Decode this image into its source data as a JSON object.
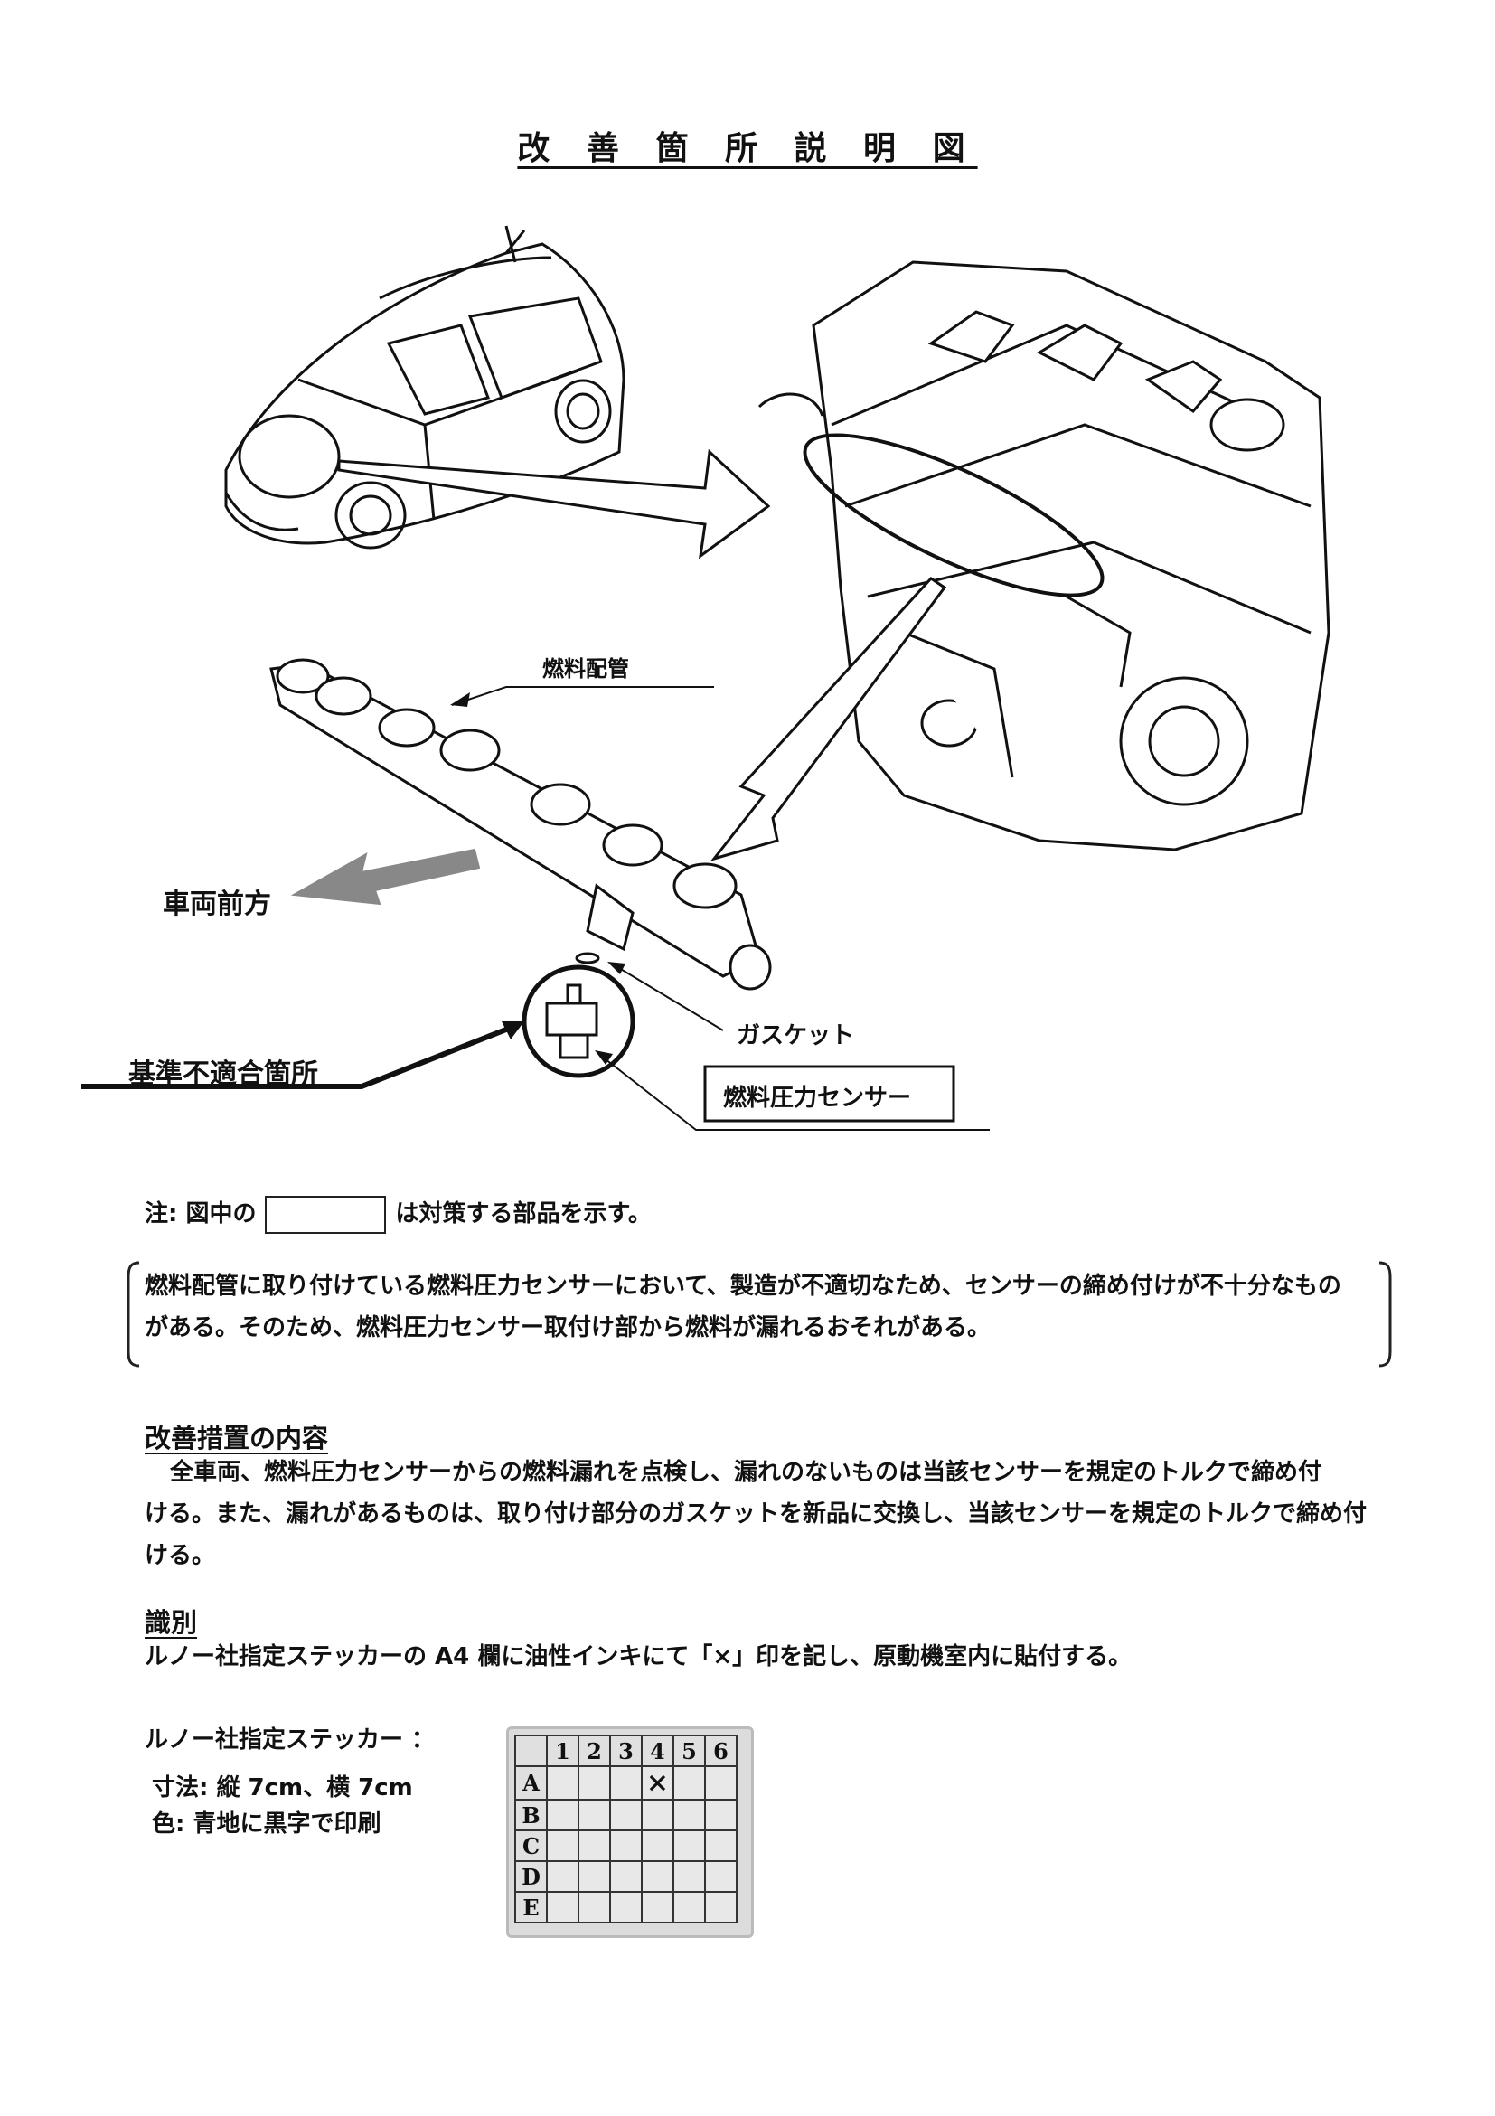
{
  "title": "改 善 箇 所 説 明 図",
  "diagram": {
    "labels": {
      "fuel_pipe": "燃料配管",
      "vehicle_front": "車両前方",
      "gasket": "ガスケット",
      "nonconforming_part": "基準不適合箇所",
      "fuel_pressure_sensor": "燃料圧力センサー"
    }
  },
  "note": {
    "prefix": "注:  図中の",
    "suffix": "は対策する部品を示す。"
  },
  "defect_description": {
    "line1": "燃料配管に取り付けている燃料圧力センサーにおいて、製造が不適切なため、センサーの締め付けが不十分なもの",
    "line2": "がある。そのため、燃料圧力センサー取付け部から燃料が漏れるおそれがある。"
  },
  "remedy": {
    "heading": "改善措置の内容",
    "line1": "全車両、燃料圧力センサーからの燃料漏れを点検し、漏れのないものは当該センサーを規定のトルクで締め付",
    "line2": "ける。また、漏れがあるものは、取り付け部分のガスケットを新品に交換し、当該センサーを規定のトルクで締め付",
    "line3": "ける。"
  },
  "identification": {
    "heading": "識別",
    "text": "ルノー社指定ステッカーの  A4 欄に油性インキにて「×」印を記し、原動機室内に貼付する。"
  },
  "sticker_info": {
    "label": "ルノー社指定ステッカー  ：",
    "size": "寸法:  縦 7cm、横 7cm",
    "color": "色:  青地に黒字で印刷",
    "columns": [
      "1",
      "2",
      "3",
      "4",
      "5",
      "6"
    ],
    "rows": [
      "A",
      "B",
      "C",
      "D",
      "E"
    ],
    "mark": "×",
    "mark_cell": "A4"
  }
}
